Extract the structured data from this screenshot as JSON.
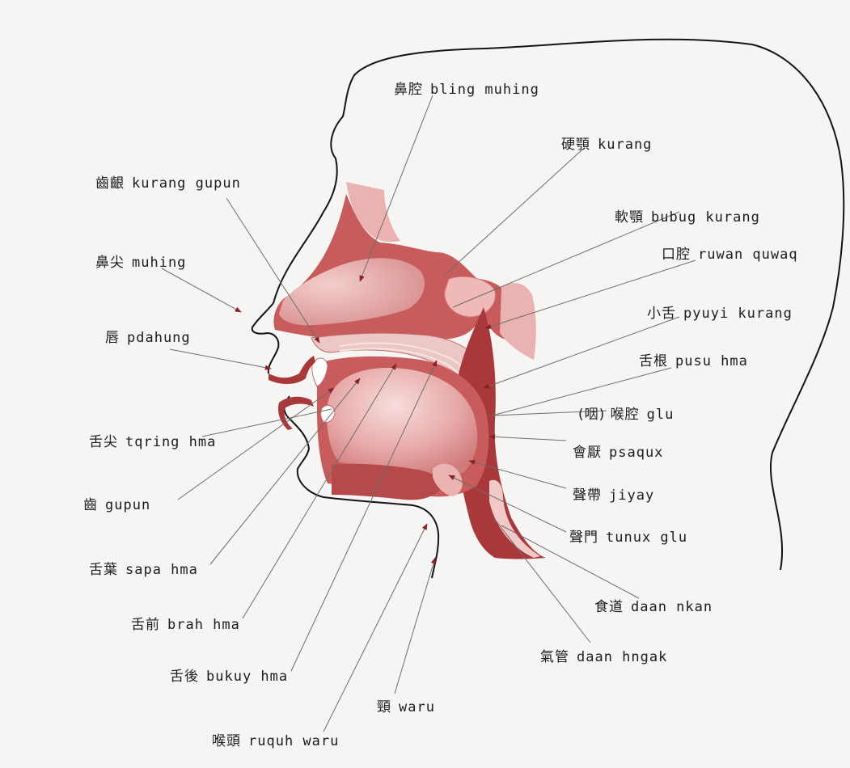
{
  "labels": [
    {
      "id": "nasal-cavity",
      "zh": "鼻腔",
      "tr": "bling muhing"
    },
    {
      "id": "hard-palate",
      "zh": "硬顎",
      "tr": "kurang"
    },
    {
      "id": "alveolar-ridge",
      "zh": "齒齦",
      "tr": "kurang gupun"
    },
    {
      "id": "soft-palate",
      "zh": "軟顎",
      "tr": "bubug kurang"
    },
    {
      "id": "oral-cavity",
      "zh": "口腔",
      "tr": "ruwan quwaq"
    },
    {
      "id": "nose-tip",
      "zh": "鼻尖",
      "tr": "muhing"
    },
    {
      "id": "uvula",
      "zh": "小舌",
      "tr": "pyuyi kurang"
    },
    {
      "id": "lips",
      "zh": "唇",
      "tr": "pdahung"
    },
    {
      "id": "tongue-root",
      "zh": "舌根",
      "tr": "pusu hma"
    },
    {
      "id": "pharynx",
      "zh": "(咽) 喉腔",
      "tr": "glu"
    },
    {
      "id": "tongue-tip",
      "zh": "舌尖",
      "tr": "tqring hma"
    },
    {
      "id": "epiglottis",
      "zh": "會厭",
      "tr": "psaqux"
    },
    {
      "id": "teeth",
      "zh": "齒",
      "tr": "gupun"
    },
    {
      "id": "vocal-cords",
      "zh": "聲帶",
      "tr": "jiyay"
    },
    {
      "id": "glottis",
      "zh": "聲門",
      "tr": "tunux glu"
    },
    {
      "id": "tongue-blade",
      "zh": "舌葉",
      "tr": "sapa hma"
    },
    {
      "id": "esophagus",
      "zh": "食道",
      "tr": "daan nkan"
    },
    {
      "id": "tongue-front",
      "zh": "舌前",
      "tr": "brah hma"
    },
    {
      "id": "trachea",
      "zh": "氣管",
      "tr": "daan hngak"
    },
    {
      "id": "tongue-back",
      "zh": "舌後",
      "tr": "bukuy hma"
    },
    {
      "id": "neck",
      "zh": "頸",
      "tr": "waru"
    },
    {
      "id": "larynx",
      "zh": "喉頭",
      "tr": "ruquh waru"
    }
  ],
  "colors": {
    "outline": "#141414",
    "tissue_dark": "#a8383a",
    "tissue_mid": "#c85b5b",
    "tissue_light": "#eab2b0",
    "tissue_pale": "#f4d6d3",
    "leader": "#6d6d6d"
  }
}
